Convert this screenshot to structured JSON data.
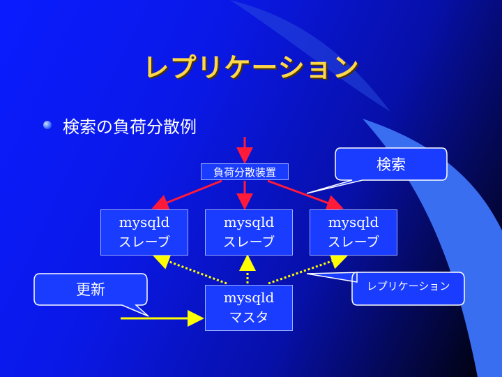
{
  "title": "レプリケーション",
  "bullet": "検索の負荷分散例",
  "load_balancer": "負荷分散装置",
  "slaves": [
    {
      "line1": "mysqld",
      "line2": "スレーブ"
    },
    {
      "line1": "mysqld",
      "line2": "スレーブ"
    },
    {
      "line1": "mysqld",
      "line2": "スレーブ"
    }
  ],
  "master": {
    "line1": "mysqld",
    "line2": "マスタ"
  },
  "callouts": {
    "search": "検索",
    "update": "更新",
    "replication": "レプリケーション"
  },
  "colors": {
    "title": "#ffd84a",
    "arrow_red": "#ff1a3a",
    "arrow_yellow": "#ffff00",
    "box_fill": "#1a3cff"
  }
}
